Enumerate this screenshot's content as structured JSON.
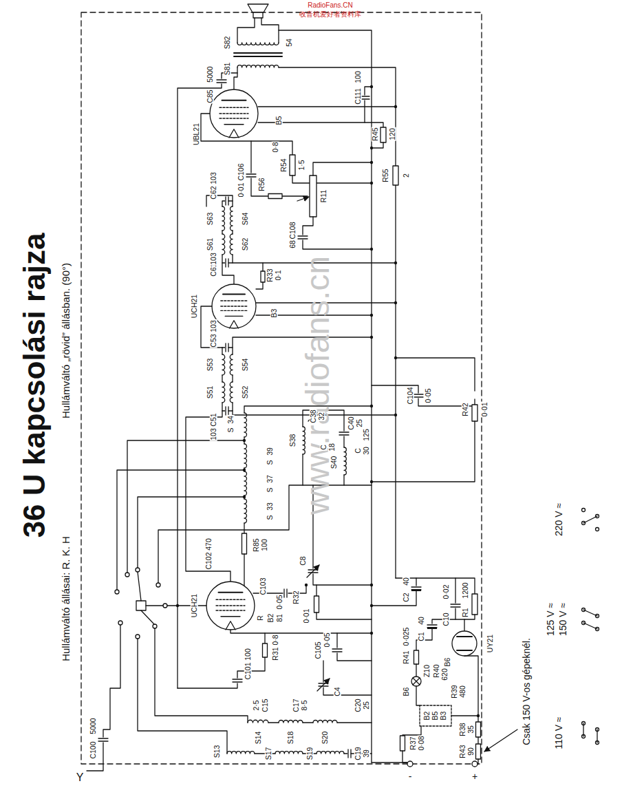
{
  "diagram": {
    "title": "36 U kapcsolási rajza",
    "labels": [
      "RadioFans.CN",
      "收音机爱好者资料库",
      "www.radiofans.cn",
      "Hullámváltó állásai: R. K. H",
      "Hullámváltó „rövid” állásban. (90°)",
      "Csak 150 V-os gépeknél.",
      "110 V ≈",
      "125 V ≈",
      "150 V ≈",
      "220 V ≈",
      "S82",
      "S81",
      "54",
      "C85",
      "5000",
      "B5",
      "UBL21",
      "C111",
      "100",
      "R45",
      "120",
      "0·8",
      "R54",
      "1·5",
      "R56",
      "C106",
      "0·01",
      "R11",
      "C108",
      "68",
      "R55",
      "2",
      "C62",
      "103",
      "S63",
      "S61",
      "S64",
      "S62",
      "C61",
      "103",
      "UCH21",
      "B3",
      "R33",
      "0·1",
      "S53",
      "S51",
      "C53",
      "103",
      "S54",
      "S52",
      "C51",
      "103",
      "C104",
      "0·05",
      "R42",
      "0·01",
      "S",
      "34",
      "S38",
      "C38",
      "32",
      "C",
      "18",
      "C40",
      "25",
      "S40",
      "C",
      "30",
      "125",
      "R85",
      "100",
      "S",
      "33",
      "S",
      "37",
      "S",
      "39",
      "C102",
      "470",
      "C8",
      "C103",
      "R32",
      "0·01",
      "R",
      "B2",
      "81",
      "0·05",
      "UCH21",
      "R31",
      "0·8",
      "C105",
      "0·05",
      "C101",
      "100",
      "C4",
      "C20",
      "25",
      "S14",
      "S18",
      "S20",
      "2·5",
      "C15",
      "C17",
      "8·5",
      "S13",
      "S17",
      "S19",
      "C19",
      "39",
      "C100",
      "5000",
      "Y",
      "C2",
      "40",
      "C1",
      "40",
      "R1",
      "1200",
      "0·02",
      "C10",
      "B6",
      "UY21",
      "R41",
      "0·025",
      "Z10",
      "R40",
      "620",
      "R39",
      "480",
      "B6",
      "R37",
      "0·08",
      "B2",
      "B5",
      "B3",
      "R38",
      "35",
      "R43",
      "90",
      "-",
      "+"
    ]
  }
}
